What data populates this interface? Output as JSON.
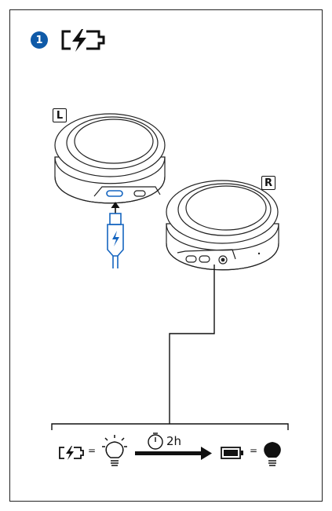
{
  "step": {
    "number": "1"
  },
  "labels": {
    "left": "L",
    "right": "R"
  },
  "legend": {
    "duration": "2h",
    "equals": "="
  },
  "icons": {
    "header": "charging-icon",
    "cable": "usb-c-cable-icon",
    "timer": "stopwatch-icon",
    "blinking": "blinking-light-icon",
    "solid": "solid-light-icon",
    "battery": "battery-full-icon"
  },
  "colors": {
    "accent": "#0f5aa8",
    "line": "#111111"
  }
}
